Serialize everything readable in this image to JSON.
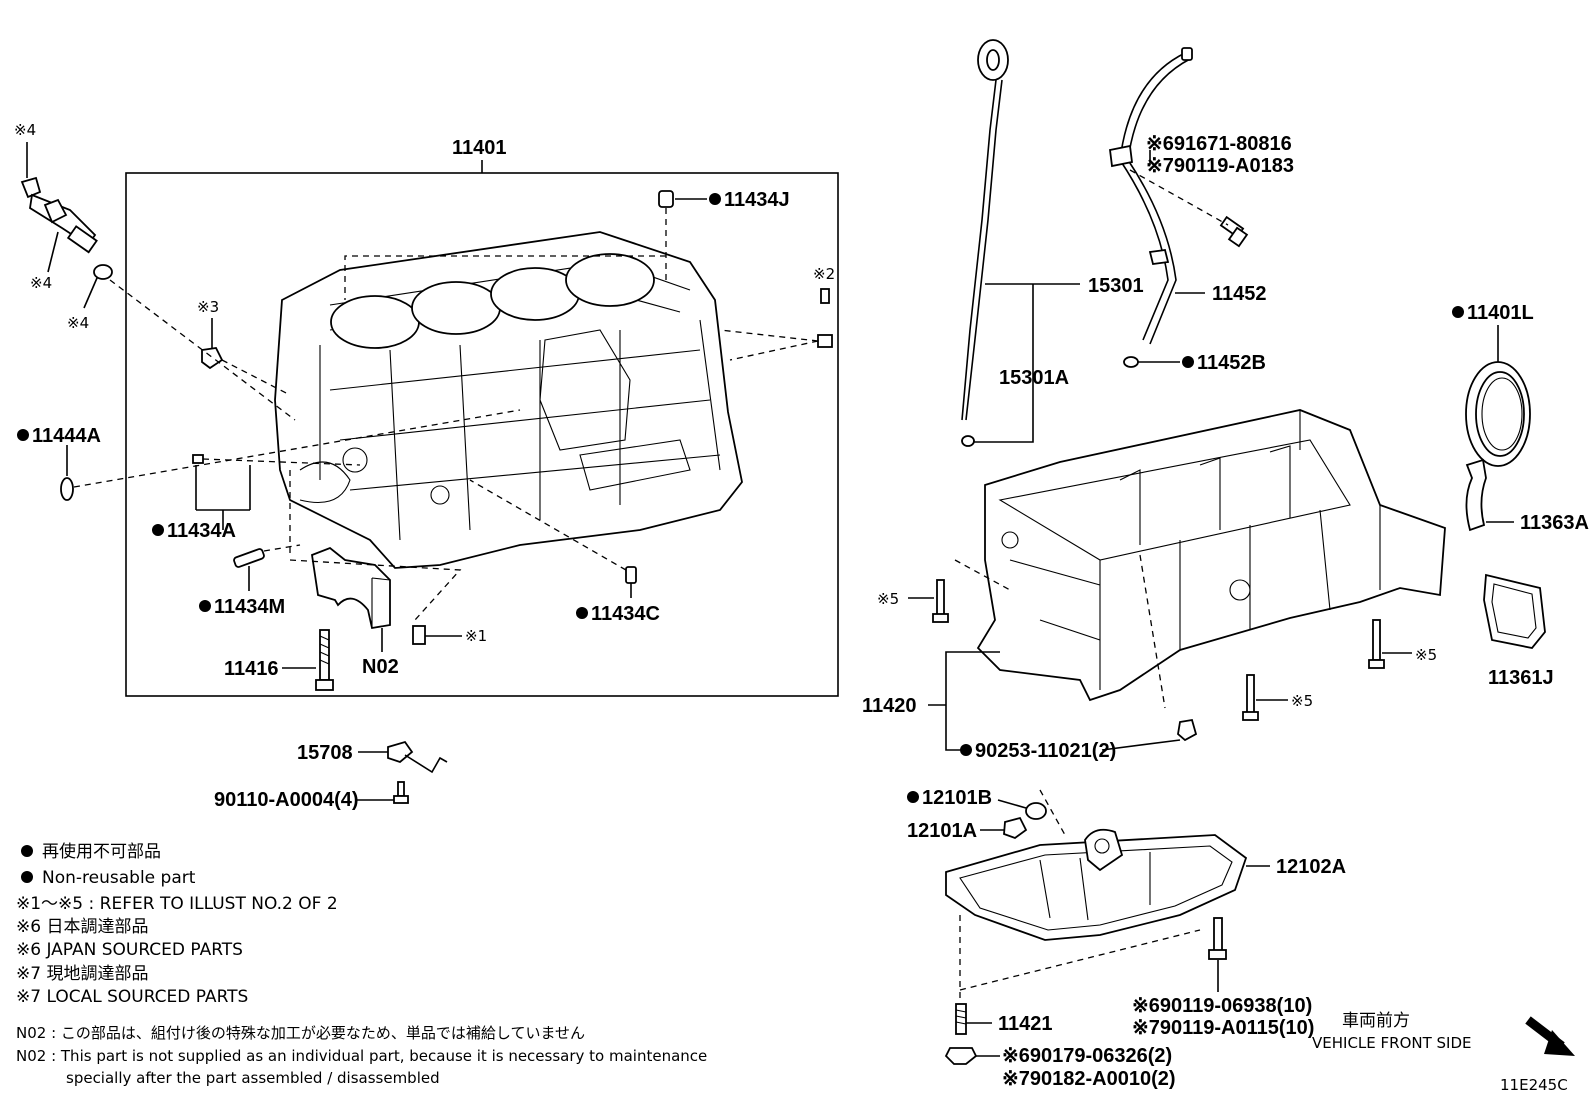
{
  "labels": {
    "block": "11401",
    "j": "11434J",
    "a": "11434A",
    "m": "11434M",
    "c": "11434C",
    "ring": "11444A",
    "bolt": "11416",
    "n02": "N02",
    "guide": "15708",
    "gbolt": "90110-A0004(4)",
    "gauge": "15301",
    "gauge_a": "15301A",
    "tube": "11452",
    "tube_b": "11452B",
    "seal": "11401L",
    "plate": "11363A",
    "gasket": "11361J",
    "pan": "11420",
    "panplug": "90253-11021(2)",
    "b12": "12101B",
    "a12": "12101A",
    "oilpan": "12102A",
    "stud": "11421",
    "s1": "※1",
    "s2": "※2",
    "s3": "※3",
    "s4a": "※4",
    "s4b": "※4",
    "s4c": "※4",
    "s5a": "※5",
    "s5b": "※5",
    "s5c": "※5",
    "r1": "※691671-80816",
    "r2": "※790119-A0183",
    "r3": "※690119-06938(10)",
    "r4": "※790119-A0115(10)",
    "r5": "※690179-06326(2)",
    "r6": "※790182-A0010(2)"
  },
  "legend": {
    "l1": "再使用不可部品",
    "l2": "Non-reusable part",
    "l3": "※1～※5 : REFER TO ILLUST NO.2 OF 2",
    "l4": "※6 日本調達部品",
    "l5": "※6 JAPAN SOURCED PARTS",
    "l6": "※7 現地調達部品",
    "l7": "※7 LOCAL SOURCED PARTS",
    "n1": "N02 : この部品は、組付け後の特殊な加工が必要なため、単品では補給していません",
    "n2": "N02 : This part is not supplied as an individual part, because it is necessary to maintenance",
    "n3": "specially after the part assembled / disassembled"
  },
  "front": {
    "jp": "車両前方",
    "en": "VEHICLE FRONT SIDE"
  },
  "code": "11E245C"
}
